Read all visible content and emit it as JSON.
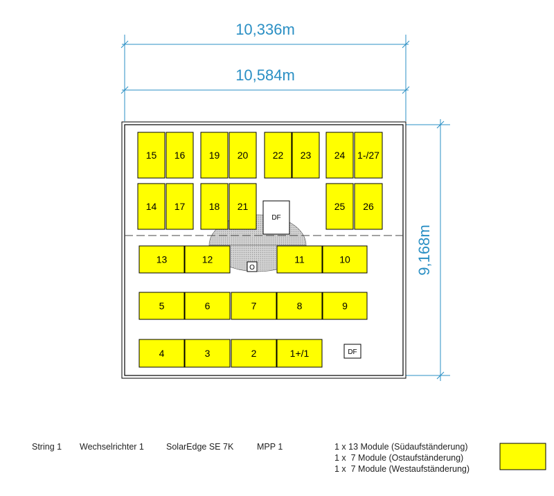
{
  "dimensions": {
    "top_outer": "10,336m",
    "top_inner": "10,584m",
    "right": "9,168m"
  },
  "colors": {
    "module_fill": "#ffff00",
    "dimension": "#2a8fc4",
    "shadow": "#cccccc"
  },
  "modules": [
    "15",
    "16",
    "19",
    "20",
    "22",
    "23",
    "24",
    "1-/27",
    "14",
    "17",
    "18",
    "21",
    "25",
    "26",
    "13",
    "12",
    "11",
    "10",
    "5",
    "6",
    "7",
    "8",
    "9",
    "4",
    "3",
    "2",
    "1+/1"
  ],
  "markers": {
    "df_top": "DF",
    "df_bottom": "DF",
    "vent": "O"
  },
  "footer": {
    "string": "String 1",
    "inverter": "Wechselrichter 1",
    "device": "SolarEdge SE 7K",
    "mpp": "MPP 1",
    "legend_lines": [
      "1 x 13 Module (Südaufständerung)",
      "1 x  7 Module (Ostaufständerung)",
      "1 x  7 Module (Westaufständerung)"
    ]
  }
}
